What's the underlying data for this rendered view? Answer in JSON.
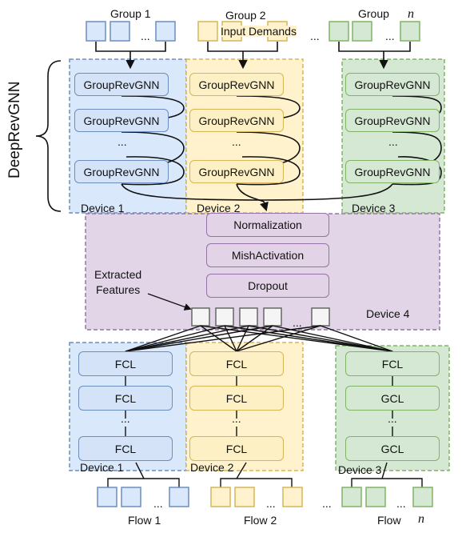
{
  "groups": {
    "g1": "Group 1",
    "g2": "Group 2",
    "gn": "Group",
    "gn_var": "n",
    "input_demands": "Input Demands",
    "ellipsis": "..."
  },
  "deeprevgnn_label": "DeepRevGNN",
  "gnn_block": "GroupRevGNN",
  "devices": {
    "d1": "Device 1",
    "d2": "Device 2",
    "d3": "Device 3",
    "d4": "Device 4"
  },
  "middle": {
    "normalization": "Normalization",
    "mish": "MishActivation",
    "dropout": "Dropout",
    "extracted_features": [
      "Extracted",
      "Features"
    ]
  },
  "fcl": "FCL",
  "gcl": "GCL",
  "flows": {
    "f1": "Flow 1",
    "f2": "Flow 2",
    "fn": "Flow",
    "fn_var": "n"
  },
  "colors": {
    "blue_fill": "#dae8fc",
    "blue_stroke": "#6c8ebf",
    "yellow_fill": "#fff2cc",
    "yellow_stroke": "#d6b656",
    "green_fill": "#d5e8d4",
    "green_stroke": "#82b366",
    "purple_fill": "#e1d5e7",
    "purple_stroke": "#9673a6"
  }
}
